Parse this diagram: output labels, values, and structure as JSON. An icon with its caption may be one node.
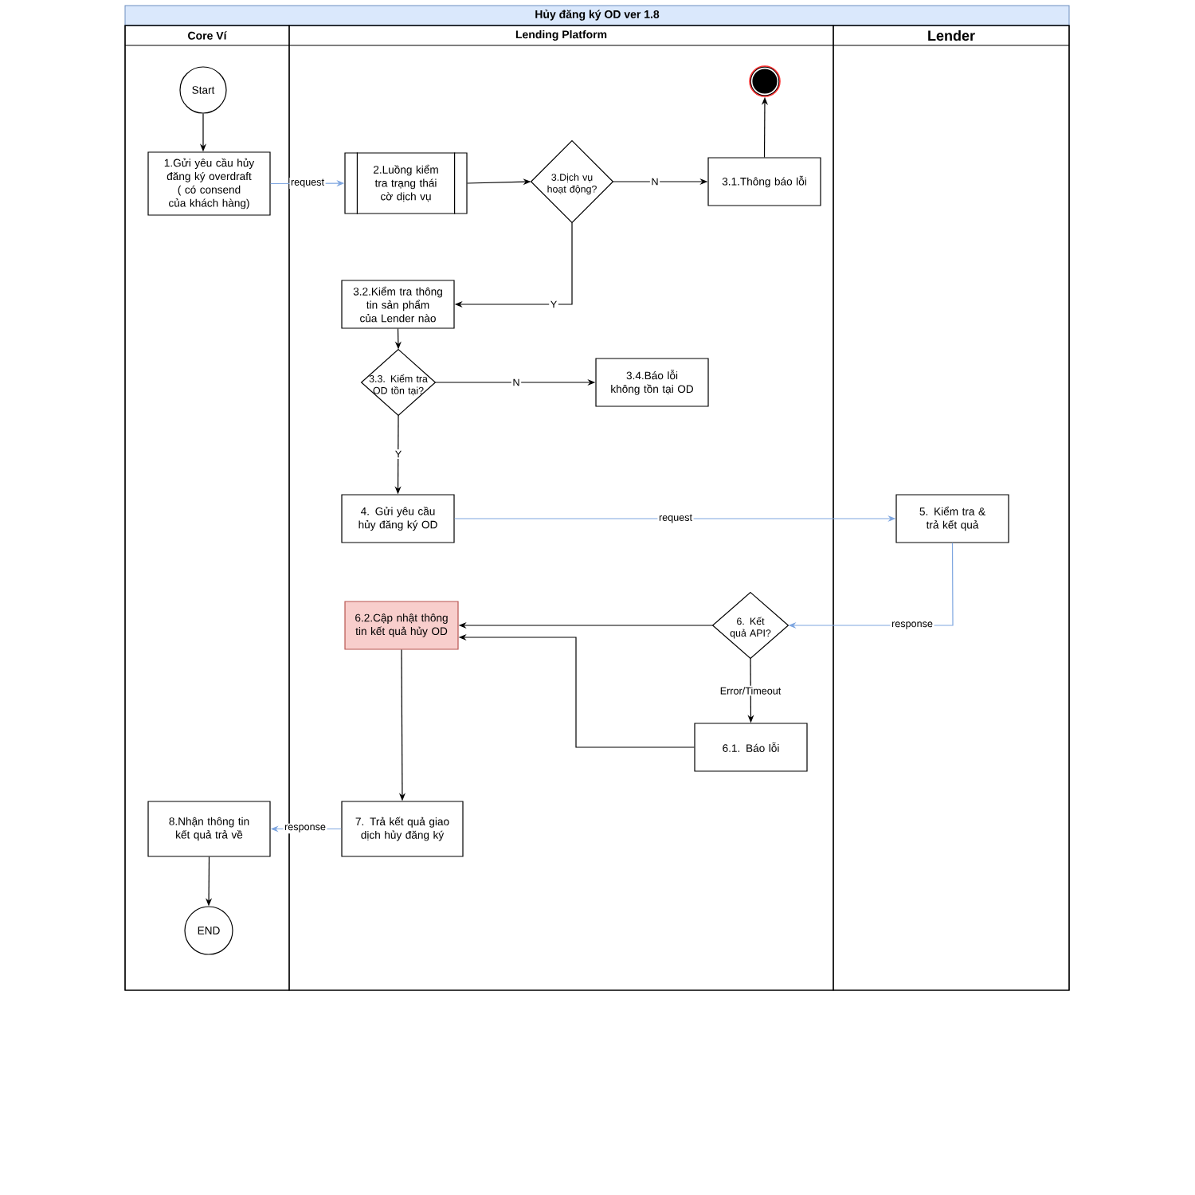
{
  "diagram": {
    "title": "Hủy đăng ký OD ver 1.8",
    "nodes": [
      {
        "text": [
          "Core Ví"
        ]
      },
      {
        "text": [
          "Lending Platform"
        ]
      },
      {
        "text": [
          "Lender"
        ]
      },
      {
        "text": [
          "Start"
        ],
        "in": 0
      },
      {
        "text": [
          "1.Gửi yêu cầu hủy đăng ký overdraft ( có consend của khách hàng)"
        ],
        "in": 0
      },
      {
        "text": [
          "2.Luồng kiểm tra trạng thái cờ dịch vụ"
        ],
        "in": 1
      },
      {
        "text": [
          "3.Dịch vụ hoạt động?"
        ],
        "in": 1
      },
      {
        "text": [
          "3.1.Thông báo lỗi"
        ],
        "in": 1
      },
      {
        "text": [],
        "shape": "circle",
        "in": 1
      },
      {
        "text": [
          "3.2.Kiểm tra thông tin sản phẩm của Lender nào"
        ],
        "in": 1
      },
      {
        "text": [
          "3.3. Kiểm tra OD tồn tại?"
        ],
        "in": 1
      },
      {
        "text": [
          "3.4.Báo lỗi không tồn tại OD"
        ],
        "in": 1
      },
      {
        "text": [
          "4. Gửi yêu cầu hủy đăng ký OD"
        ],
        "in": 1
      },
      {
        "text": [
          "5. Kiểm tra & trả kết quả"
        ],
        "in": 2
      },
      {
        "text": [
          "6. Kết quả API?"
        ],
        "in": 1
      },
      {
        "text": [
          "6.2.Cập nhật thông tin kết quả hủy OD"
        ],
        "in": 1
      },
      {
        "text": [
          "6.1. Báo lỗi"
        ],
        "in": 1
      },
      {
        "text": [
          "7. Trả kết quả giao dịch hủy đăng ký"
        ],
        "in": 1
      },
      {
        "text": [
          "8.Nhận thông tin kết quả trả về"
        ],
        "in": 0
      },
      {
        "text": [
          "END"
        ],
        "in": 0
      }
    ],
    "edges": [
      {
        "from": 3,
        "to": 4,
        "arrow": "to"
      },
      {
        "from": 4,
        "to": 5,
        "arrow": "to",
        "label": "request",
        "color": "#7ea6e0"
      },
      {
        "from": 5,
        "to": 6,
        "arrow": "to"
      },
      {
        "from": 6,
        "to": 7,
        "arrow": "to",
        "label": "N"
      },
      {
        "from": 7,
        "to": 8,
        "arrow": "to"
      },
      {
        "from": 6,
        "to": 9,
        "arrow": "to",
        "label": "Y"
      },
      {
        "from": 9,
        "to": 10,
        "arrow": "to"
      },
      {
        "from": 10,
        "to": 11,
        "arrow": "to",
        "label": "N"
      },
      {
        "from": 10,
        "to": 12,
        "arrow": "to",
        "label": "Y"
      },
      {
        "from": 12,
        "to": 13,
        "arrow": "to",
        "label": "request",
        "color": "#7ea6e0"
      },
      {
        "from": 13,
        "to": 14,
        "arrow": "to",
        "label": "response",
        "color": "#7ea6e0"
      },
      {
        "from": 14,
        "to": 15,
        "arrow": "to"
      },
      {
        "from": 14,
        "to": 16,
        "arrow": "to",
        "label": "Error/Timeout"
      },
      {
        "from": 16,
        "to": 15,
        "arrow": "to"
      },
      {
        "from": 15,
        "to": 17,
        "arrow": "to"
      },
      {
        "from": 17,
        "to": 18,
        "arrow": "to",
        "label": "response",
        "color": "#7ea6e0"
      },
      {
        "from": 18,
        "to": 19,
        "arrow": "to"
      }
    ]
  }
}
